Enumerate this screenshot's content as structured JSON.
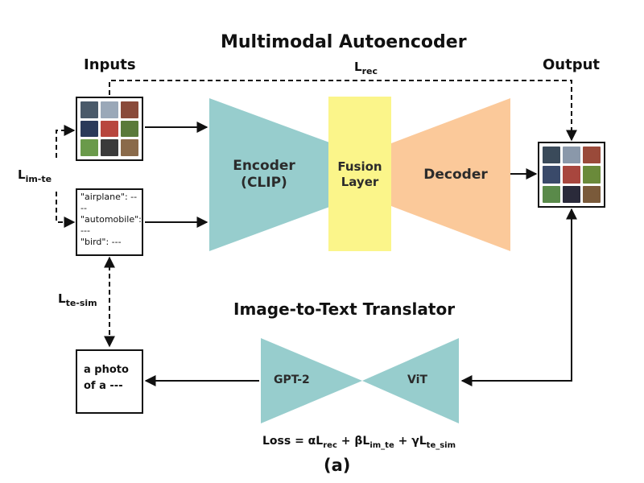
{
  "title": "Multimodal Autoencoder",
  "inputs_label": "Inputs",
  "output_label": "Output",
  "loss_rec": {
    "main": "L",
    "sub": "rec"
  },
  "loss_im_te": {
    "main": "L",
    "sub": "im-te"
  },
  "loss_te_sim": {
    "main": "L",
    "sub": "te-sim"
  },
  "text_input": {
    "line1": "\"airplane\": ----",
    "line2": "\"automobile\":",
    "line3": "---",
    "line4": "\"bird\": ---"
  },
  "encoder": {
    "line1": "Encoder",
    "line2": "(CLIP)"
  },
  "fusion": {
    "line1": "Fusion",
    "line2": "Layer"
  },
  "decoder": "Decoder",
  "translator_title": "Image-to-Text Translator",
  "gpt2": "GPT-2",
  "vit": "ViT",
  "caption": {
    "line1": "a photo",
    "line2": "of a ---"
  },
  "loss_equation": {
    "prefix": "Loss = αL",
    "s1": "rec",
    "mid1": " + βL",
    "s2": "im_te",
    "mid2": " + γL",
    "s3": "te_sim"
  },
  "figure_label": "(a)",
  "colors": {
    "teal": "#97cdcd",
    "yellow": "#fbf58a",
    "orange": "#fbc99a"
  },
  "thumbnails": {
    "input": [
      "#4a5a6a",
      "#9aa8b8",
      "#8a4a3a",
      "#2a3a5a",
      "#b8463e",
      "#5a7a3a",
      "#6a9a4a",
      "#3a3a3a",
      "#8a6a4a"
    ],
    "output": [
      "#3a4a5a",
      "#8a98aa",
      "#9a4a3a",
      "#3a4a6a",
      "#a8463e",
      "#6a8a3a",
      "#5a8a4a",
      "#2a2a3a",
      "#7a5a3a"
    ]
  }
}
